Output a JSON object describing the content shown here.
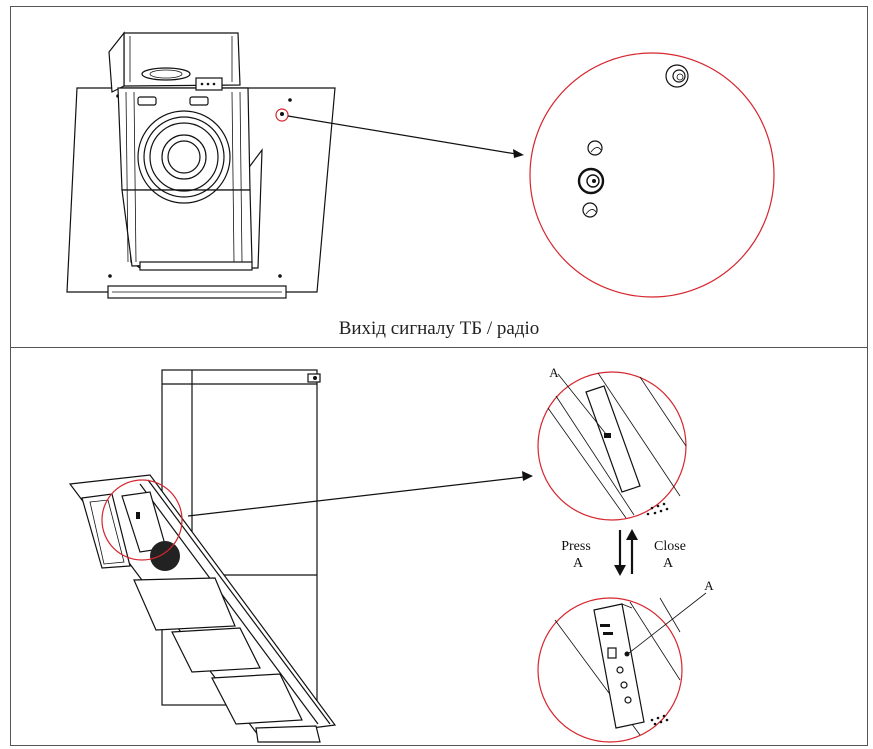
{
  "top_panel": {
    "caption": "Вихід сигналу ТБ / радіо"
  },
  "bottom_panel": {
    "label_a_top": "A",
    "label_a_bottom": "A",
    "press_line1": "Press",
    "press_line2": "A",
    "close_line1": "Close",
    "close_line2": "A"
  },
  "colors": {
    "callout_circle": "#d6262e",
    "line": "#111111",
    "frame": "#555555"
  }
}
